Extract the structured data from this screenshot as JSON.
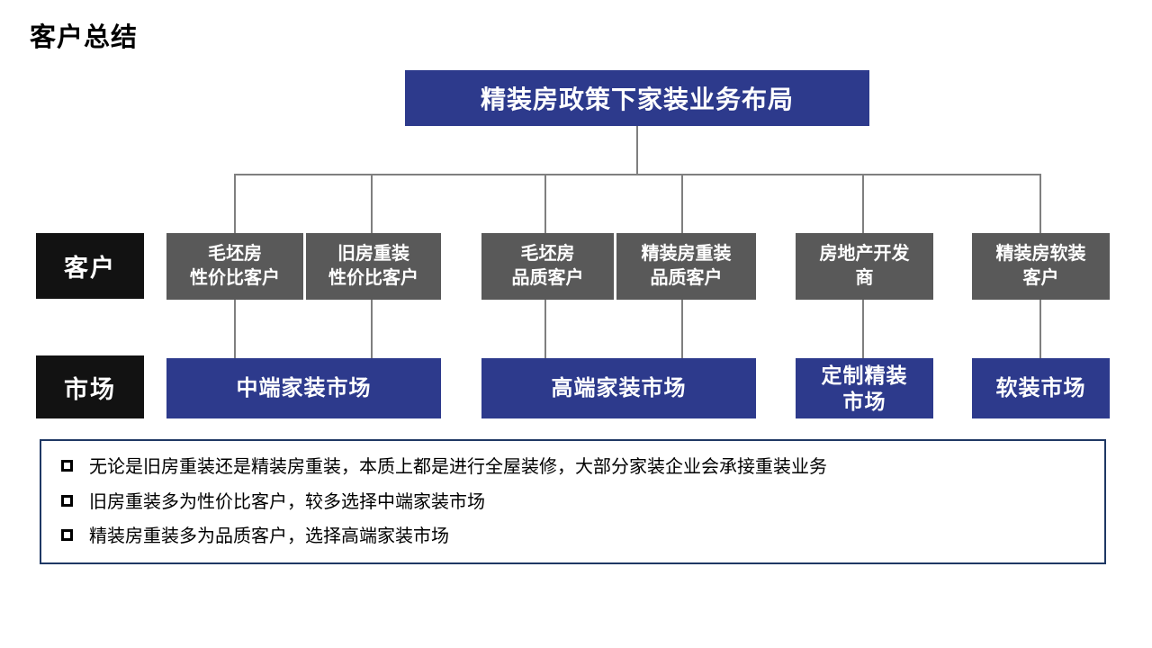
{
  "slide": {
    "title": "客户总结"
  },
  "diagram": {
    "root": {
      "label": "精装房政策下家装业务布局"
    },
    "row_labels": {
      "customer": "客户",
      "market": "市场"
    },
    "customers": [
      {
        "line1": "毛坯房",
        "line2": "性价比客户"
      },
      {
        "line1": "旧房重装",
        "line2": "性价比客户"
      },
      {
        "line1": "毛坯房",
        "line2": "品质客户"
      },
      {
        "line1": "精装房重装",
        "line2": "品质客户"
      },
      {
        "line1": "房地产开发",
        "line2": "商"
      },
      {
        "line1": "精装房软装",
        "line2": "客户"
      }
    ],
    "markets": [
      {
        "label": "中端家装市场"
      },
      {
        "label": "高端家装市场"
      },
      {
        "line1": "定制精装",
        "line2": "市场"
      },
      {
        "label": "软装市场"
      }
    ]
  },
  "notes": {
    "items": [
      "无论是旧房重装还是精装房重装，本质上都是进行全屋装修，大部分家装企业会承接重装业务",
      "旧房重装多为性价比客户，较多选择中端家装市场",
      "精装房重装多为品质客户，选择高端家装市场"
    ]
  },
  "colors": {
    "primary_blue": "#2D3A8C",
    "box_gray": "#595959",
    "label_black": "#121212",
    "connector_gray": "#7F7F7F",
    "note_border_navy": "#1F3864"
  }
}
